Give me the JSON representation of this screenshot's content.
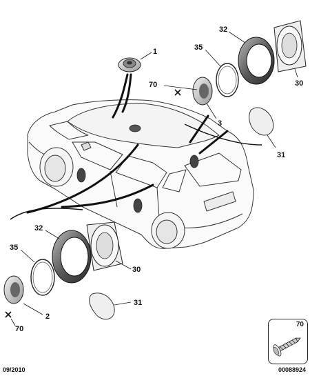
{
  "callouts": {
    "c1": "1",
    "c32_top": "32",
    "c35_top": "35",
    "c70_top": "70",
    "c30_top": "30",
    "c3": "3",
    "c31_top": "31",
    "c32_bottom": "32",
    "c35_bottom": "35",
    "c30_bottom": "30",
    "c2": "2",
    "c70_bottom": "70",
    "c31_bottom": "31"
  },
  "inset": {
    "part_number": "70"
  },
  "footer": {
    "date_code": "09/2010",
    "document_ref": "00088924"
  }
}
